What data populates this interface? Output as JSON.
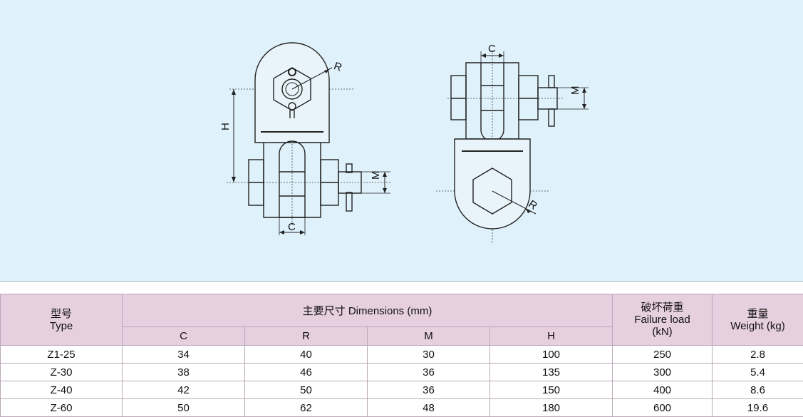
{
  "drawing_labels": {
    "c": "C",
    "r": "R",
    "m": "M",
    "h": "H"
  },
  "table": {
    "type_header_zh": "型号",
    "type_header_en": "Type",
    "dimensions_header": "主要尺寸 Dimensions (mm)",
    "dimension_columns": [
      "C",
      "R",
      "M",
      "H"
    ],
    "failure_load_header_zh": "破坏荷重",
    "failure_load_header_en": "Failure load",
    "failure_load_unit": "(kN)",
    "weight_header_zh": "重量",
    "weight_header_en": "Weight (kg)",
    "rows": [
      {
        "type": "Z1-25",
        "c": "34",
        "r": "40",
        "m": "30",
        "h": "100",
        "load": "250",
        "weight": "2.8"
      },
      {
        "type": "Z-30",
        "c": "38",
        "r": "46",
        "m": "36",
        "h": "135",
        "load": "300",
        "weight": "5.4"
      },
      {
        "type": "Z-40",
        "c": "42",
        "r": "50",
        "m": "36",
        "h": "150",
        "load": "400",
        "weight": "8.6"
      },
      {
        "type": "Z-60",
        "c": "50",
        "r": "62",
        "m": "48",
        "h": "180",
        "load": "600",
        "weight": "19.6"
      }
    ]
  }
}
